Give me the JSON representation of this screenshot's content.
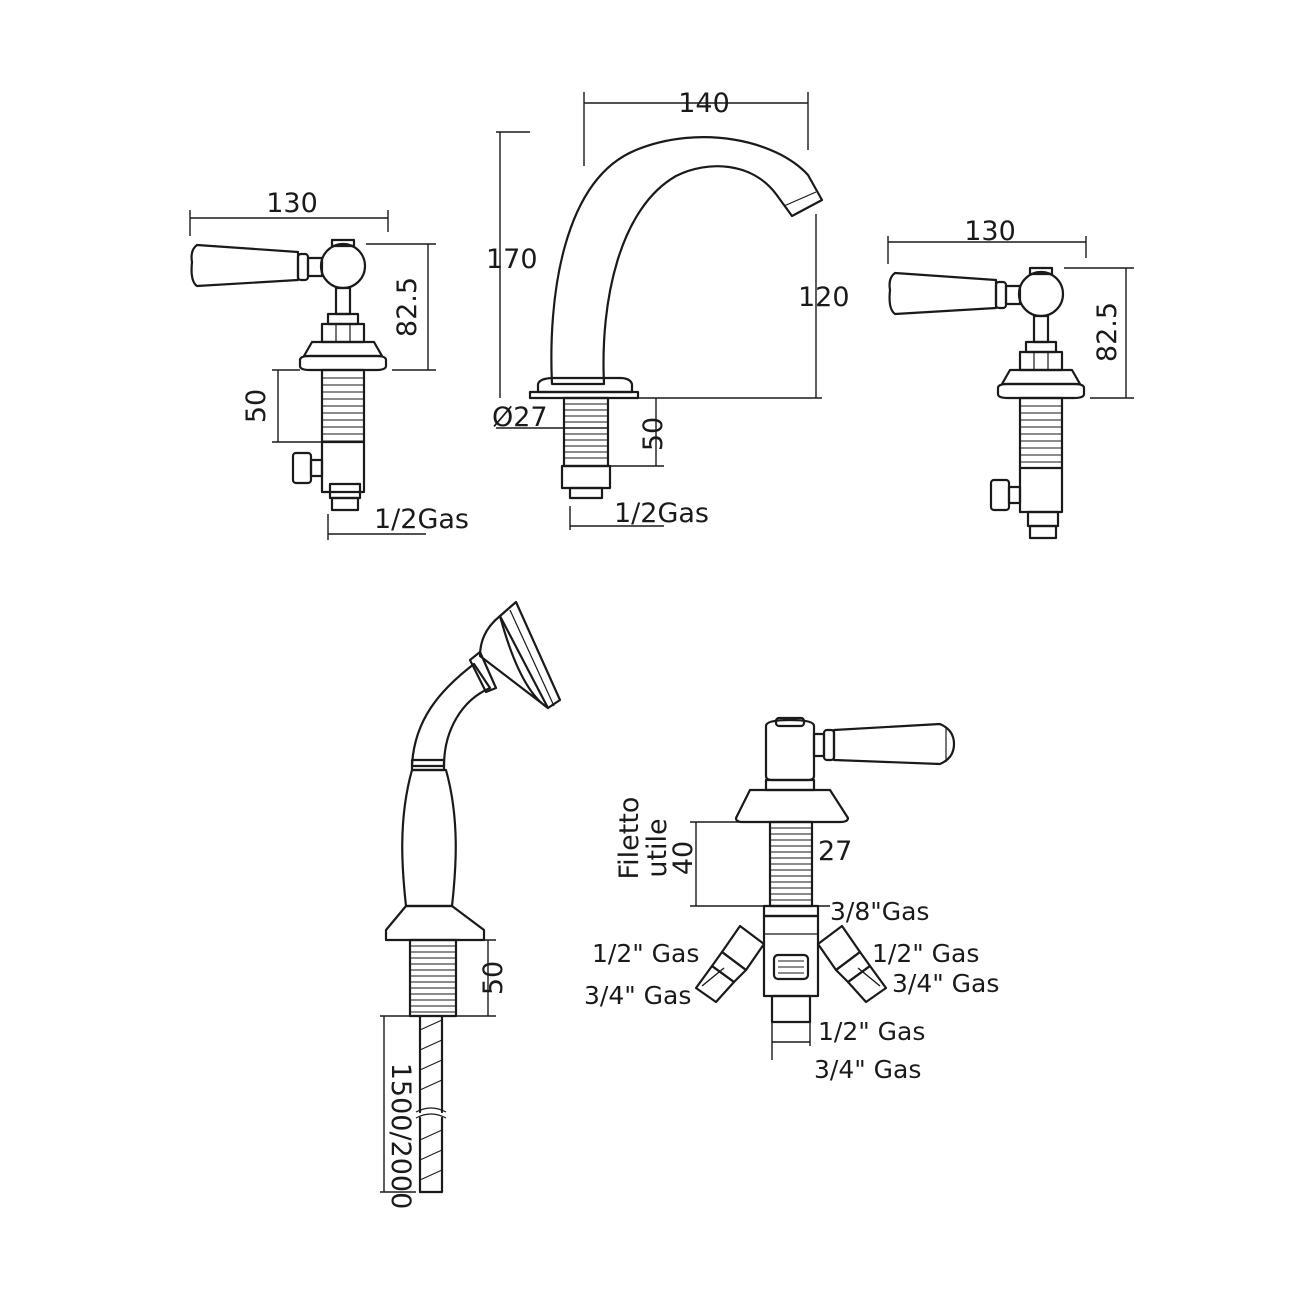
{
  "left_valve": {
    "width_label": "130",
    "height_label": "82.5",
    "shank_label": "50",
    "thread_label": "1/2Gas"
  },
  "spout": {
    "reach_label": "140",
    "height_label": "170",
    "outlet_height_label": "120",
    "diameter_label": "Ø27",
    "shank_label": "50",
    "thread_label": "1/2Gas"
  },
  "right_valve": {
    "width_label": "130",
    "height_label": "82.5"
  },
  "hand_shower": {
    "shank_label": "50",
    "hose_label": "1500/2000"
  },
  "diverter": {
    "thread_word": "Filetto",
    "useful_word": "utile",
    "thread_length_label": "40",
    "diameter_label": "27",
    "top_thread_label": "3/8\"Gas",
    "left_inner_label": "1/2\" Gas",
    "left_outer_label": "3/4\" Gas",
    "right_inner_label": "1/2\" Gas",
    "right_outer_label": "3/4\" Gas",
    "bottom_inner_label": "1/2\" Gas",
    "bottom_outer_label": "3/4\" Gas"
  }
}
